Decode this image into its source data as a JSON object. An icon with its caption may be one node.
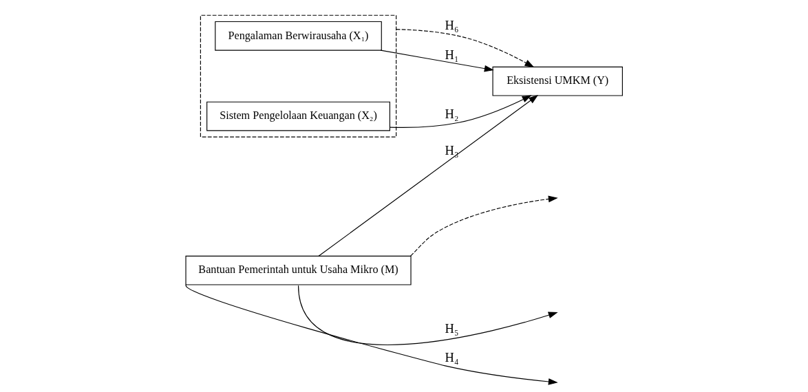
{
  "diagram": {
    "nodes": [
      {
        "text": [],
        "shape": "box"
      },
      {
        "text": [
          "Pengalaman Berwirausaha (X₁)"
        ],
        "in": 0
      },
      {
        "text": [
          "Sistem Pengelolaan Keuangan (X₂)"
        ],
        "in": 0
      },
      {
        "text": [
          "Eksistensi UMKM (Y)"
        ]
      },
      {
        "text": [
          "Bantuan Pemerintah untuk Usaha Mikro (M)"
        ]
      }
    ],
    "edges": [
      {
        "from": 1,
        "to": 3,
        "arrow": "to",
        "label": "H₁"
      },
      {
        "from": 2,
        "to": 3,
        "arrow": "to",
        "label": "H₂"
      },
      {
        "from": 4,
        "to": 3,
        "arrow": "to",
        "label": "H₃"
      },
      {
        "from": 4,
        "to": null,
        "arrow": "to",
        "label": "H₄"
      },
      {
        "from": 4,
        "to": null,
        "arrow": "to",
        "label": "H₅"
      },
      {
        "from": 0,
        "to": 3,
        "arrow": "to",
        "label": "H₆",
        "style": "dashed"
      },
      {
        "from": 4,
        "to": null,
        "arrow": "to",
        "style": "dashed"
      }
    ]
  }
}
